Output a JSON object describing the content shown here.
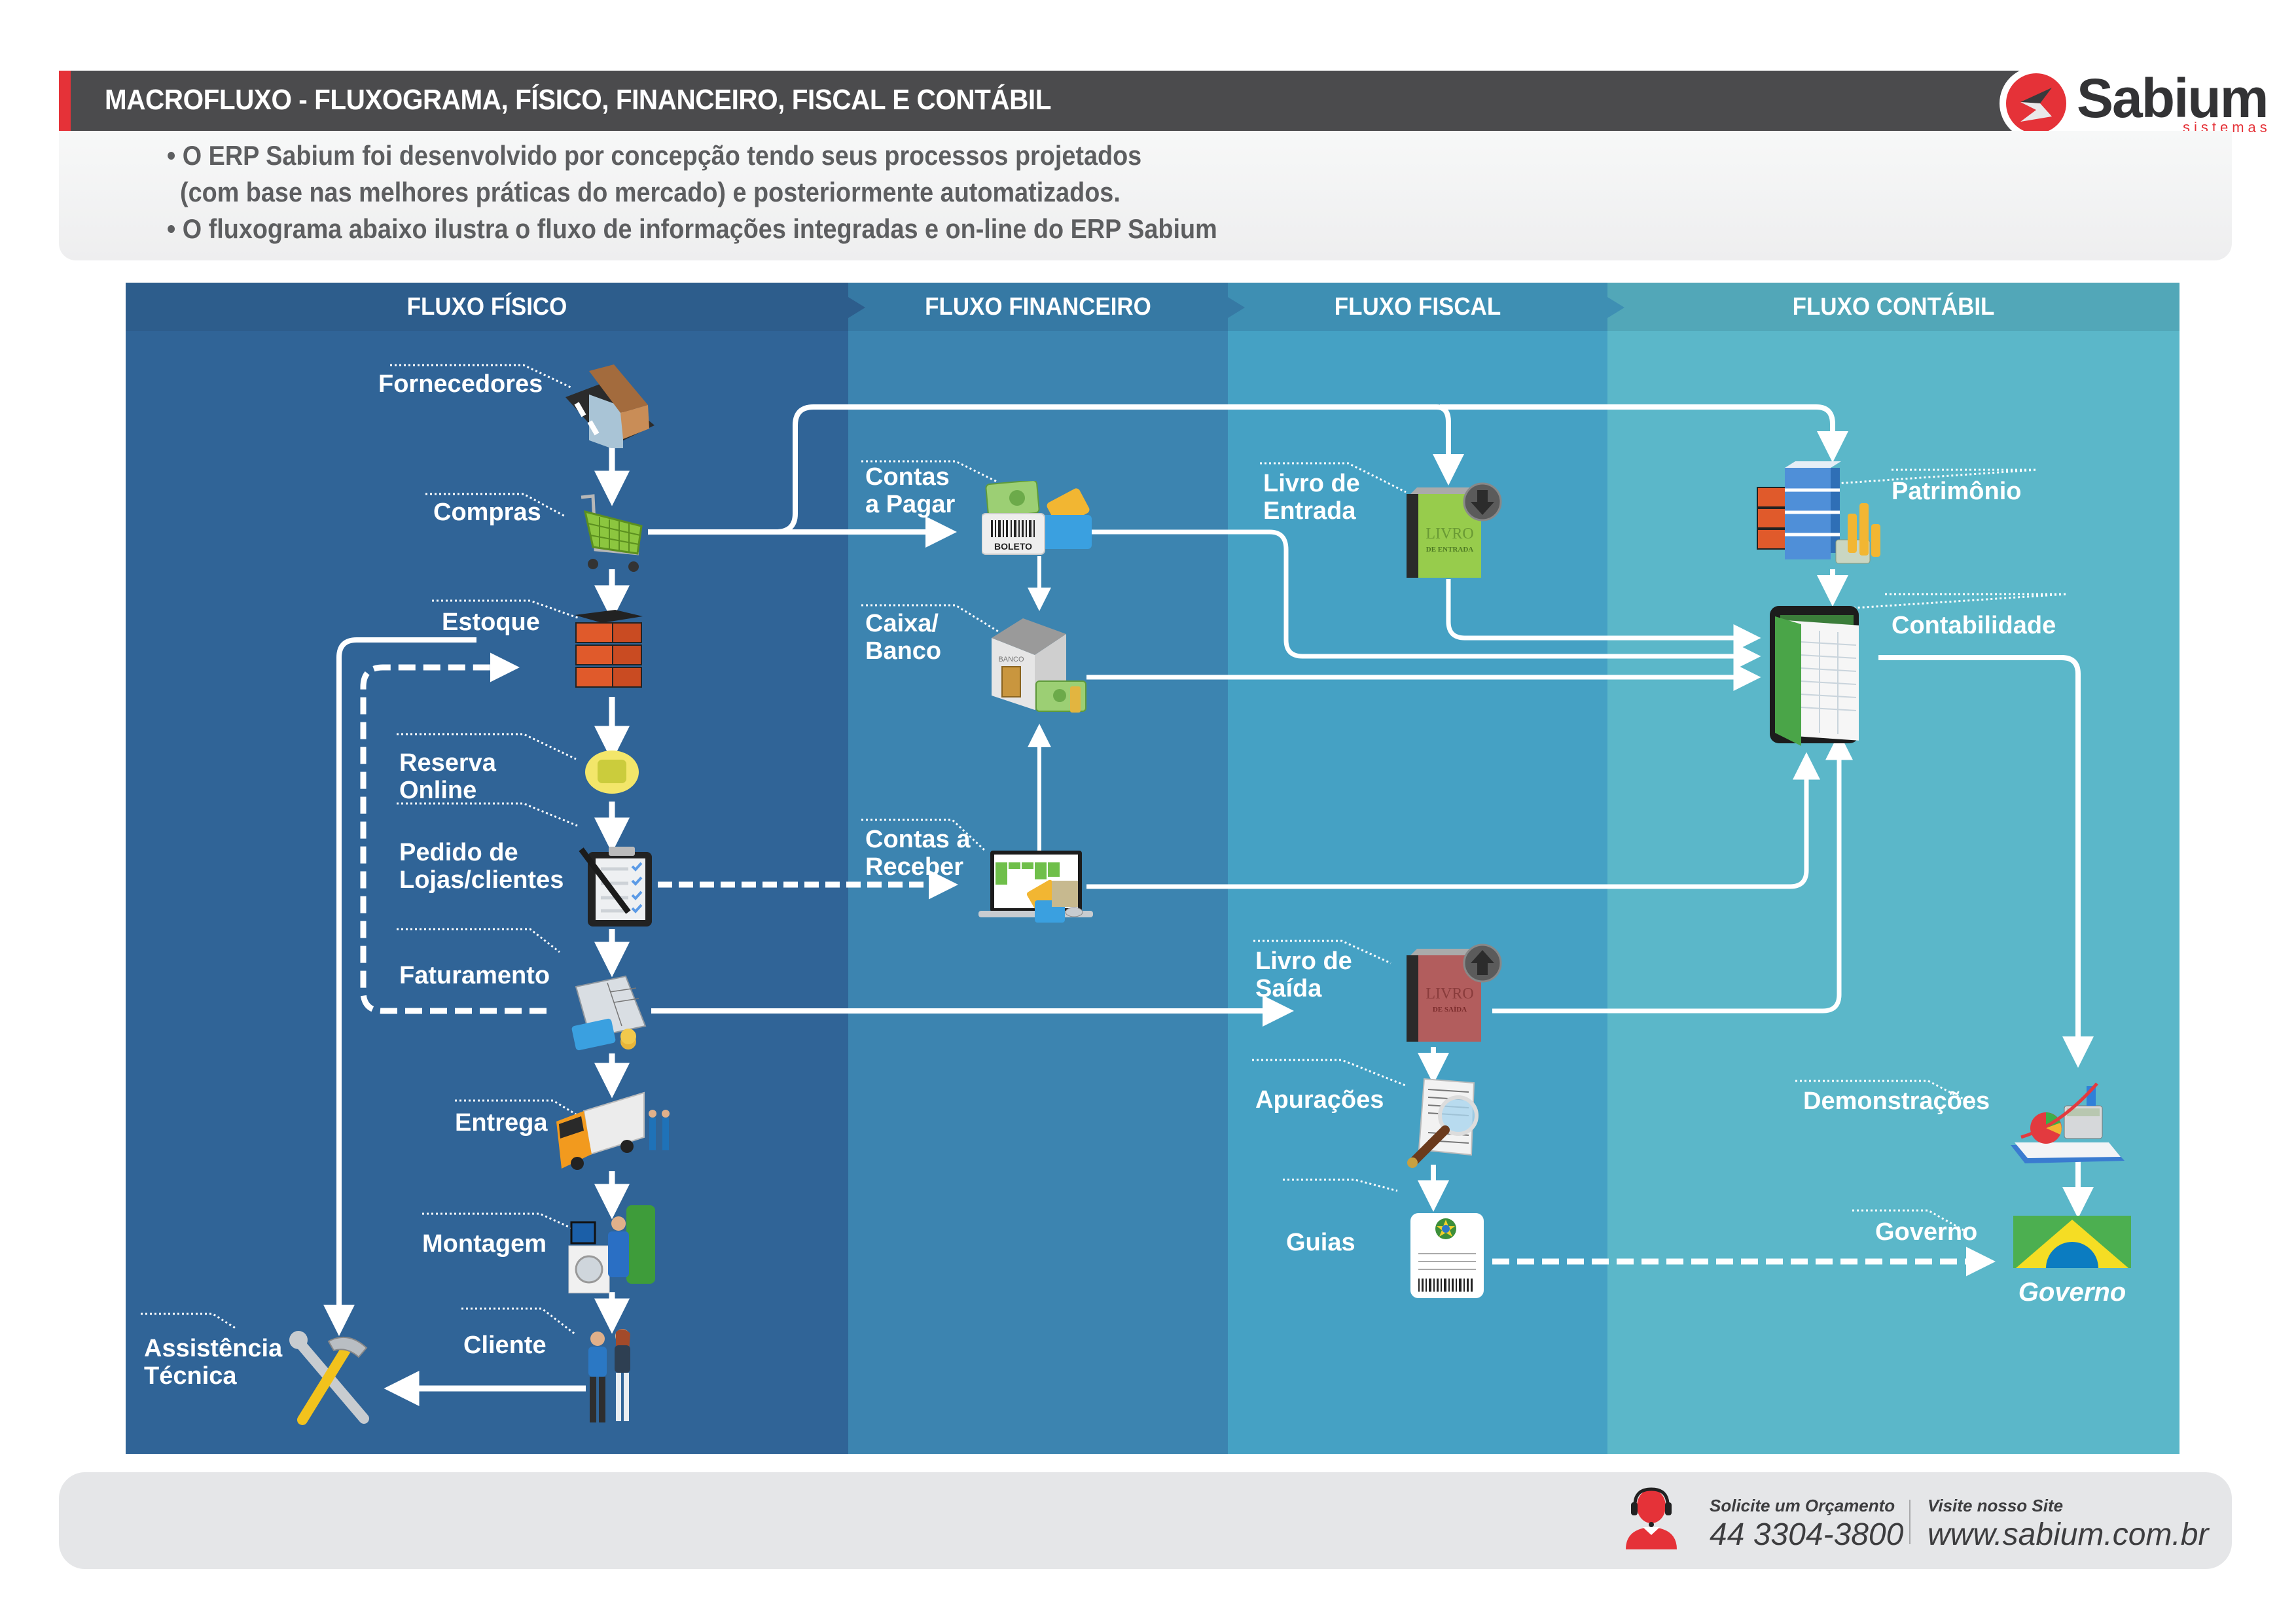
{
  "header": {
    "title": "MACROFLUXO - FLUXOGRAMA, FÍSICO, FINANCEIRO, FISCAL E CONTÁBIL",
    "logo": {
      "name": "Sabium",
      "subtitle": "sistemas",
      "brand_color": "#e53238"
    }
  },
  "intro": {
    "lines": [
      "• O ERP Sabium  foi desenvolvido por concepção tendo seus processos projetados",
      "(com base nas melhores práticas do mercado)  e posteriormente automatizados.",
      "• O fluxograma abaixo ilustra o fluxo de informações integradas e on-line do ERP Sabium"
    ]
  },
  "columns": [
    {
      "id": "fisico",
      "title": "FLUXO FÍSICO",
      "header_color": "#2d5d8c",
      "body_color": "#306497"
    },
    {
      "id": "financeiro",
      "title": "FLUXO FINANCEIRO",
      "header_color": "#3679a4",
      "body_color": "#3c84b0"
    },
    {
      "id": "fiscal",
      "title": "FLUXO FISCAL",
      "header_color": "#3e8fb3",
      "body_color": "#45a1c4"
    },
    {
      "id": "contabil",
      "title": "FLUXO CONTÁBIL",
      "header_color": "#52a7b8",
      "body_color": "#5bb7c9"
    }
  ],
  "nodes": {
    "fornecedores": {
      "label": "Fornecedores",
      "icon": "warehouse-icon"
    },
    "compras": {
      "label": "Compras",
      "icon": "shopping-cart-icon"
    },
    "estoque": {
      "label": "Estoque",
      "icon": "stock-shelves-icon"
    },
    "reserva": {
      "label_1": "Reserva",
      "label_2": "Online",
      "icon": "reservation-button-icon"
    },
    "pedido": {
      "label_1": "Pedido de",
      "label_2": "Lojas/clientes",
      "icon": "clipboard-checklist-icon"
    },
    "faturamento": {
      "label": "Faturamento",
      "icon": "invoice-icon"
    },
    "entrega": {
      "label": "Entrega",
      "icon": "delivery-truck-icon"
    },
    "montagem": {
      "label": "Montagem",
      "icon": "appliance-technician-icon"
    },
    "cliente": {
      "label": "Cliente",
      "icon": "customers-icon"
    },
    "assistencia": {
      "label_1": "Assistência",
      "label_2": "Técnica",
      "icon": "tools-icon"
    },
    "contas_pagar": {
      "label_1": "Contas",
      "label_2": "a Pagar",
      "icon": "boleto-icon",
      "boleto_text": "BOLETO"
    },
    "caixa": {
      "label_1": "Caixa/",
      "label_2": "Banco",
      "icon": "bank-icon",
      "bank_text": "BANCO"
    },
    "contas_receber": {
      "label_1": "Contas a",
      "label_2": "Receber",
      "icon": "laptop-money-icon"
    },
    "livro_entrada": {
      "label_1": "Livro de",
      "label_2": "Entrada",
      "icon": "ledger-in-icon",
      "cover_1": "LIVRO",
      "cover_2": "DE ENTRADA"
    },
    "livro_saida": {
      "label_1": "Livro de",
      "label_2": "Saída",
      "icon": "ledger-out-icon",
      "cover_1": "LIVRO",
      "cover_2": "DE SAÍDA"
    },
    "apuracoes": {
      "label": "Apurações",
      "icon": "document-magnifier-icon"
    },
    "guias": {
      "label": "Guias",
      "icon": "tax-form-icon"
    },
    "patrimonio": {
      "label": "Patrimônio",
      "icon": "building-assets-icon"
    },
    "contabilidade": {
      "label": "Contabilidade",
      "icon": "accounting-book-icon"
    },
    "demonstracoes": {
      "label": "Demonstrações",
      "icon": "financial-charts-icon"
    },
    "governo": {
      "label": "Governo",
      "icon": "brazil-flag-icon",
      "flag_caption": "Governo"
    }
  },
  "footer": {
    "quote_label": "Solicite um Orçamento",
    "phone": "44 3304-3800",
    "site_label": "Visite nosso Site",
    "site": "www.sabium.com.br"
  }
}
